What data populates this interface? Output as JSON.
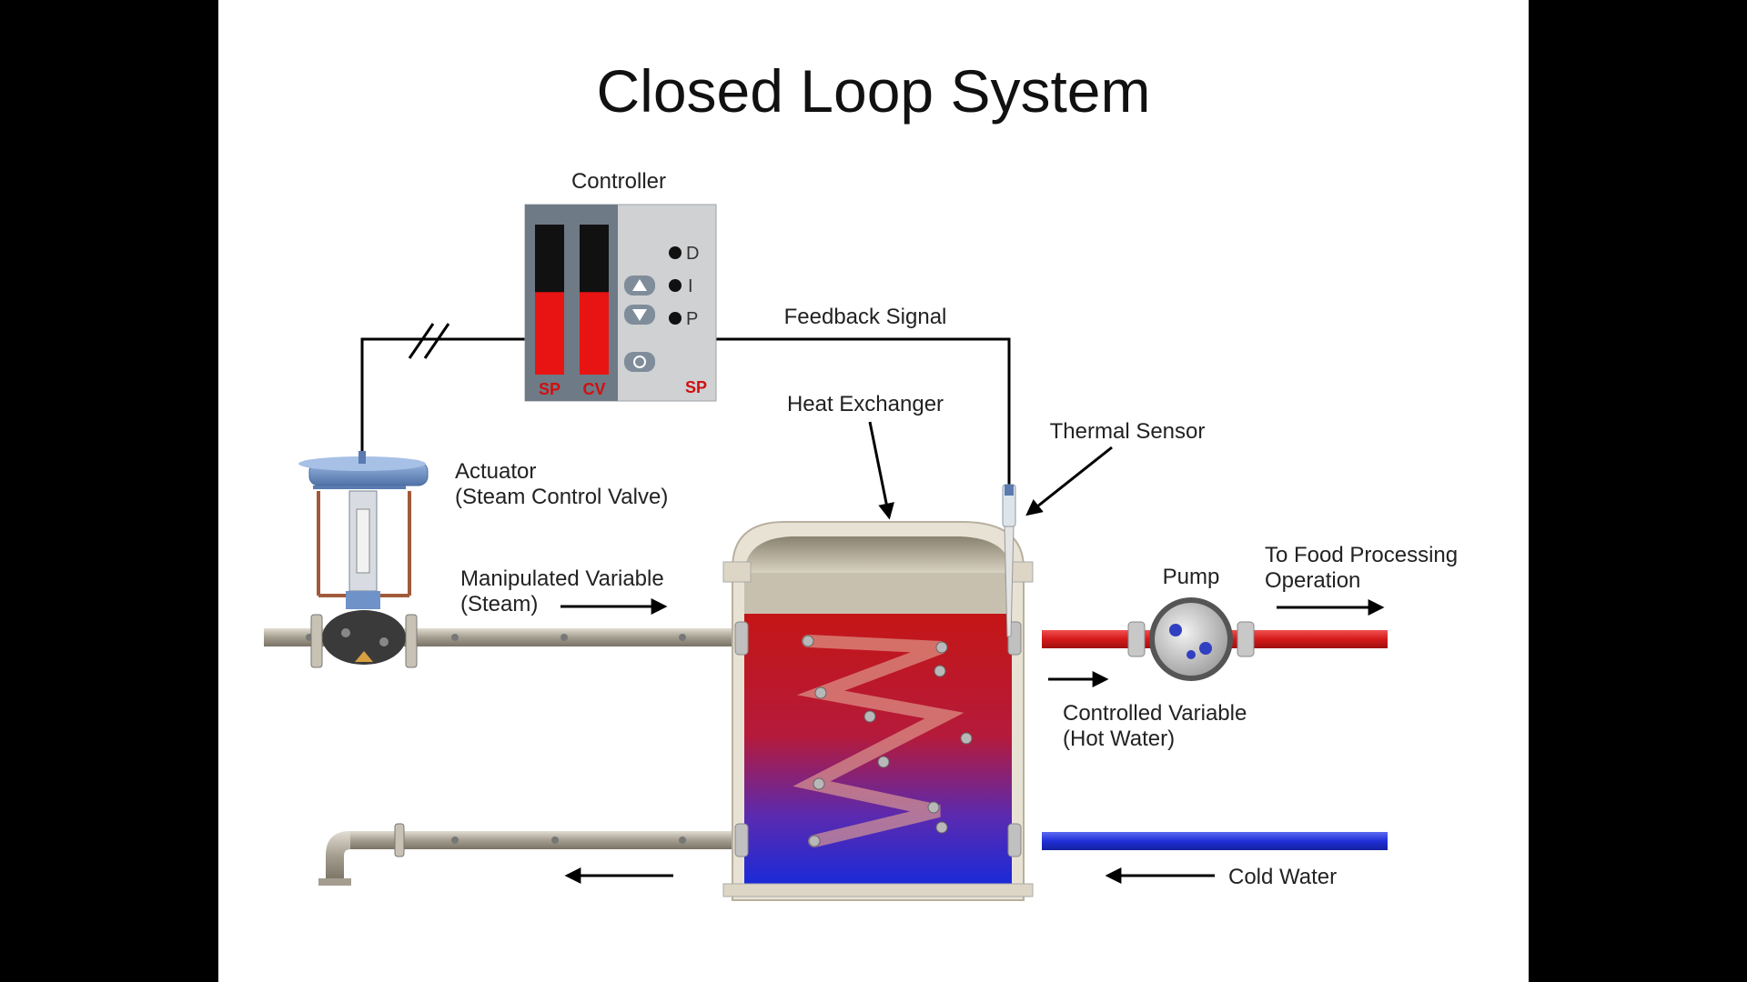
{
  "title": "Closed Loop System",
  "labels": {
    "controller": "Controller",
    "feedback_signal": "Feedback Signal",
    "heat_exchanger": "Heat Exchanger",
    "thermal_sensor": "Thermal Sensor",
    "actuator_line1": "Actuator",
    "actuator_line2": "(Steam Control Valve)",
    "manipulated_line1": "Manipulated Variable",
    "manipulated_line2": "(Steam)",
    "pump": "Pump",
    "food_line1": "To Food Processing",
    "food_line2": "Operation",
    "controlled_line1": "Controlled Variable",
    "controlled_line2": "(Hot Water)",
    "cold_water": "Cold Water"
  },
  "controller": {
    "bar1_label": "SP",
    "bar2_label": "CV",
    "corner_label": "SP",
    "led_d": "D",
    "led_i": "I",
    "led_p": "P",
    "bar1_level": 0.55,
    "bar2_level": 0.55
  },
  "colors": {
    "hot": "#d42020",
    "cold": "#2030d0",
    "pipe": "#b9b2a4",
    "controller_body": "#d0d2d4",
    "controller_dark": "#6b7680",
    "actuator": "#6f93c8"
  },
  "icons": [
    "up-arrow-icon",
    "down-arrow-icon",
    "reset-icon"
  ]
}
